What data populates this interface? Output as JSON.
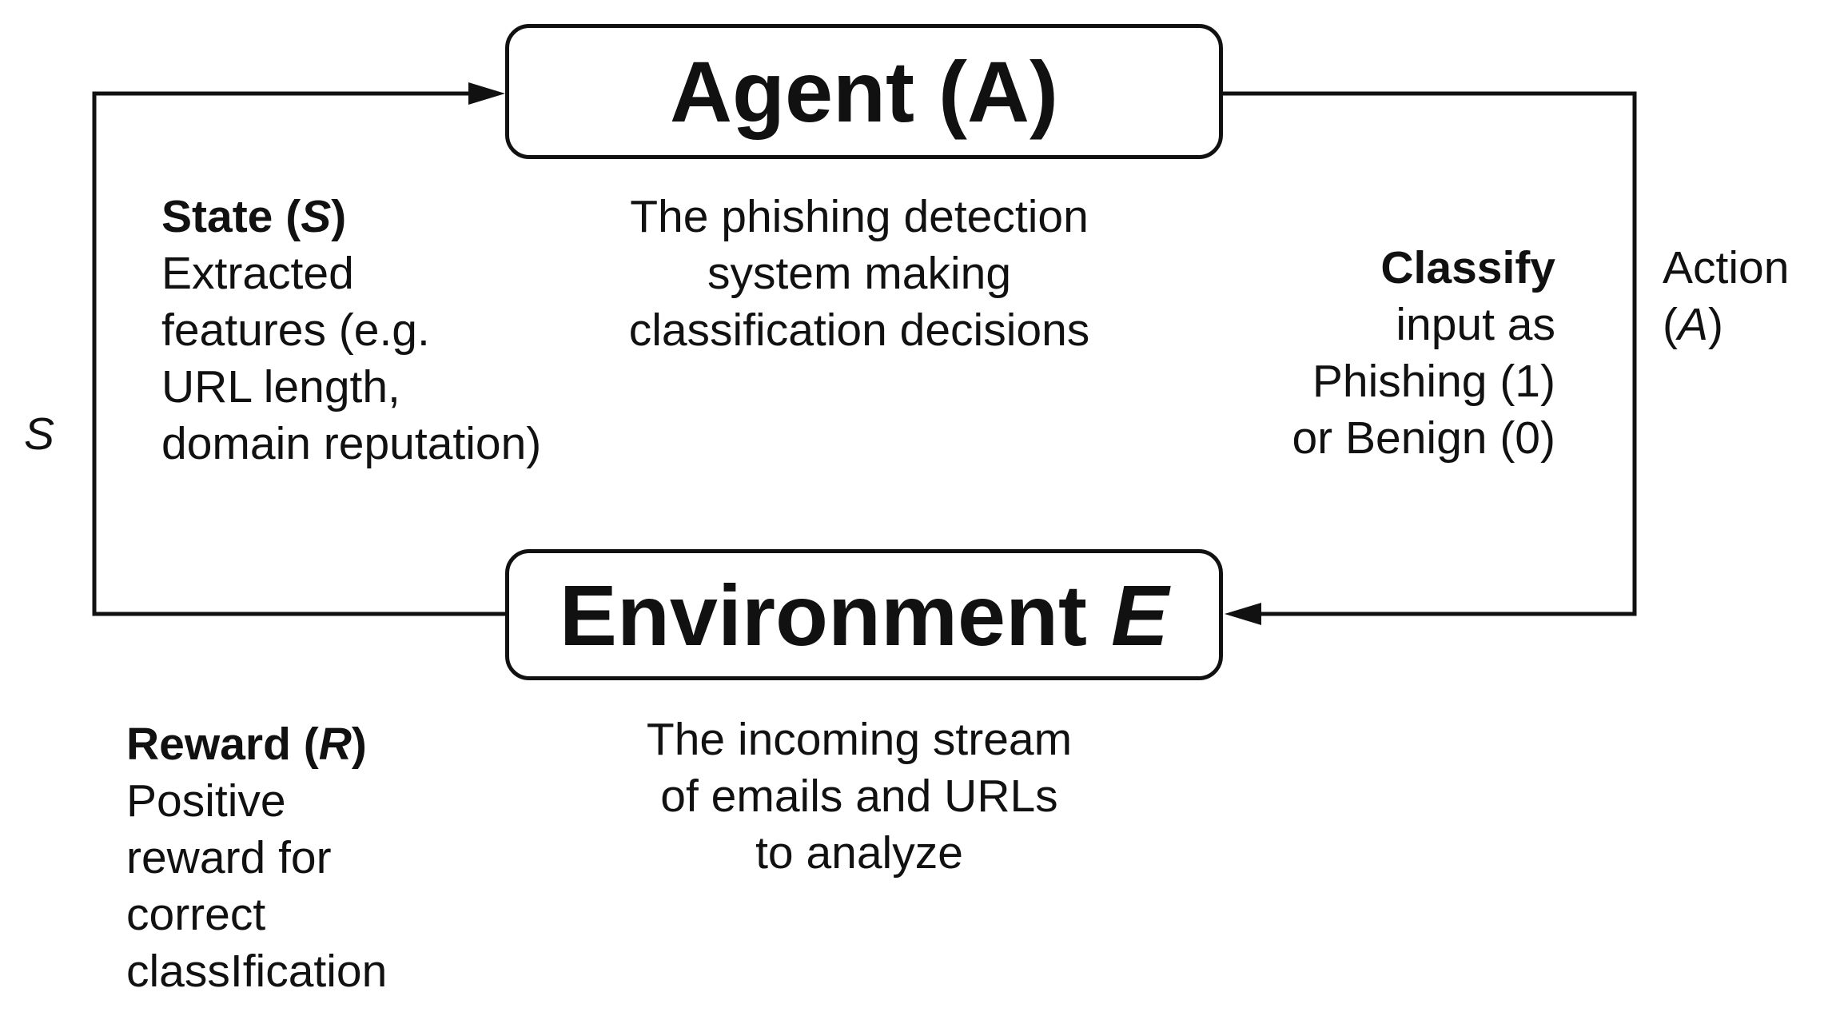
{
  "agent": {
    "name": "Agent",
    "symbol": "(A)",
    "description": [
      "The phishing detection",
      "system making",
      "classification decisions"
    ]
  },
  "environment": {
    "name": "Environment",
    "symbol": "E",
    "description": [
      "The incoming stream",
      "of emails and URLs",
      "to analyze"
    ]
  },
  "state": {
    "title": "State (",
    "symbol": "S",
    "close": ")",
    "lines": [
      "Extracted",
      "features (e.g.",
      "URL length,",
      "domain reputation)"
    ],
    "loop_label": "S"
  },
  "action": {
    "title": "Classify",
    "lines": [
      "input as",
      "Phishing (1)",
      "or Benign (0)"
    ],
    "side_label": "Action",
    "side_open": "(",
    "side_symbol": "A",
    "side_close": ")"
  },
  "reward": {
    "title": "Reward (",
    "symbol": "R",
    "close": ")",
    "lines": [
      "Positive",
      "reward for",
      "correct",
      "classIfication"
    ]
  },
  "colors": {
    "stroke": "#111111",
    "background": "#ffffff"
  }
}
